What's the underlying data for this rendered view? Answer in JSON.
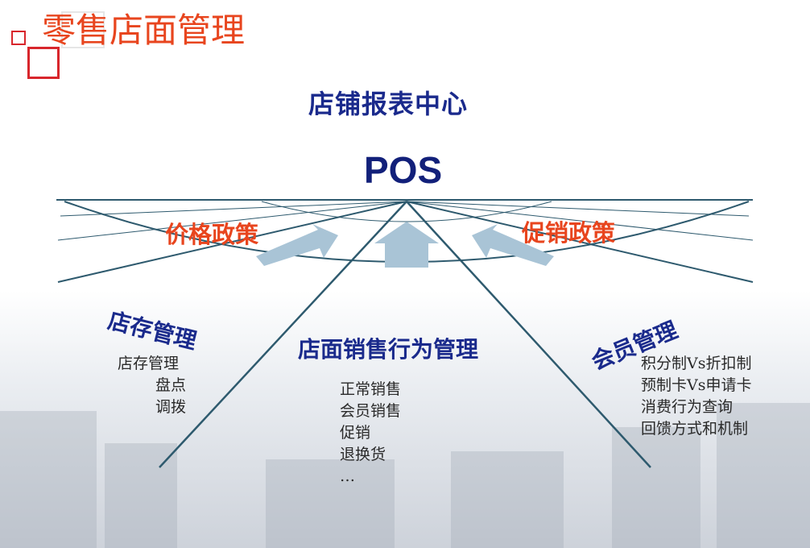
{
  "slide_title": "零售店面管理",
  "report_center": "店铺报表中心",
  "pos": "POS",
  "policies": {
    "price": "价格政策",
    "promotion": "促销政策"
  },
  "branches": {
    "inventory": {
      "title": "店存管理",
      "items": [
        "店存管理",
        "盘点",
        "调拨"
      ]
    },
    "sales": {
      "title": "店面销售行为管理",
      "items": [
        "正常销售",
        "会员销售",
        "促销",
        "退换货",
        "…"
      ]
    },
    "member": {
      "title": "会员管理",
      "items": [
        "积分制Vs折扣制",
        "预制卡Vs申请卡",
        "消费行为查询",
        "回馈方式和机制"
      ]
    }
  },
  "colors": {
    "title_red": "#e8451e",
    "navy": "#1a2a8c",
    "line": "#2e5a6e",
    "arrow": "#a9c4d6"
  }
}
